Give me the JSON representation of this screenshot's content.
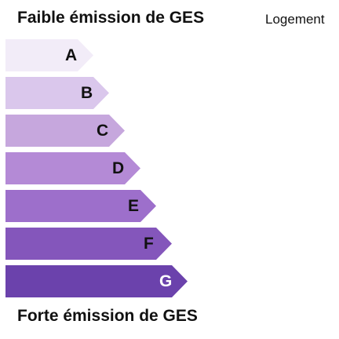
{
  "header": {
    "title": "Faible émission de GES",
    "category": "Logement"
  },
  "footer": {
    "title": "Forte émission de GES"
  },
  "scale": {
    "classes": [
      {
        "letter": "A",
        "color": "#f2ecf8",
        "text_color": "#111111"
      },
      {
        "letter": "B",
        "color": "#dac7ec",
        "text_color": "#111111"
      },
      {
        "letter": "C",
        "color": "#c6a7dd",
        "text_color": "#111111"
      },
      {
        "letter": "D",
        "color": "#b48ad6",
        "text_color": "#111111"
      },
      {
        "letter": "E",
        "color": "#9d6fcb",
        "text_color": "#111111"
      },
      {
        "letter": "F",
        "color": "#8456bb",
        "text_color": "#111111"
      },
      {
        "letter": "G",
        "color": "#6b42ac",
        "text_color": "#ffffff"
      }
    ]
  }
}
